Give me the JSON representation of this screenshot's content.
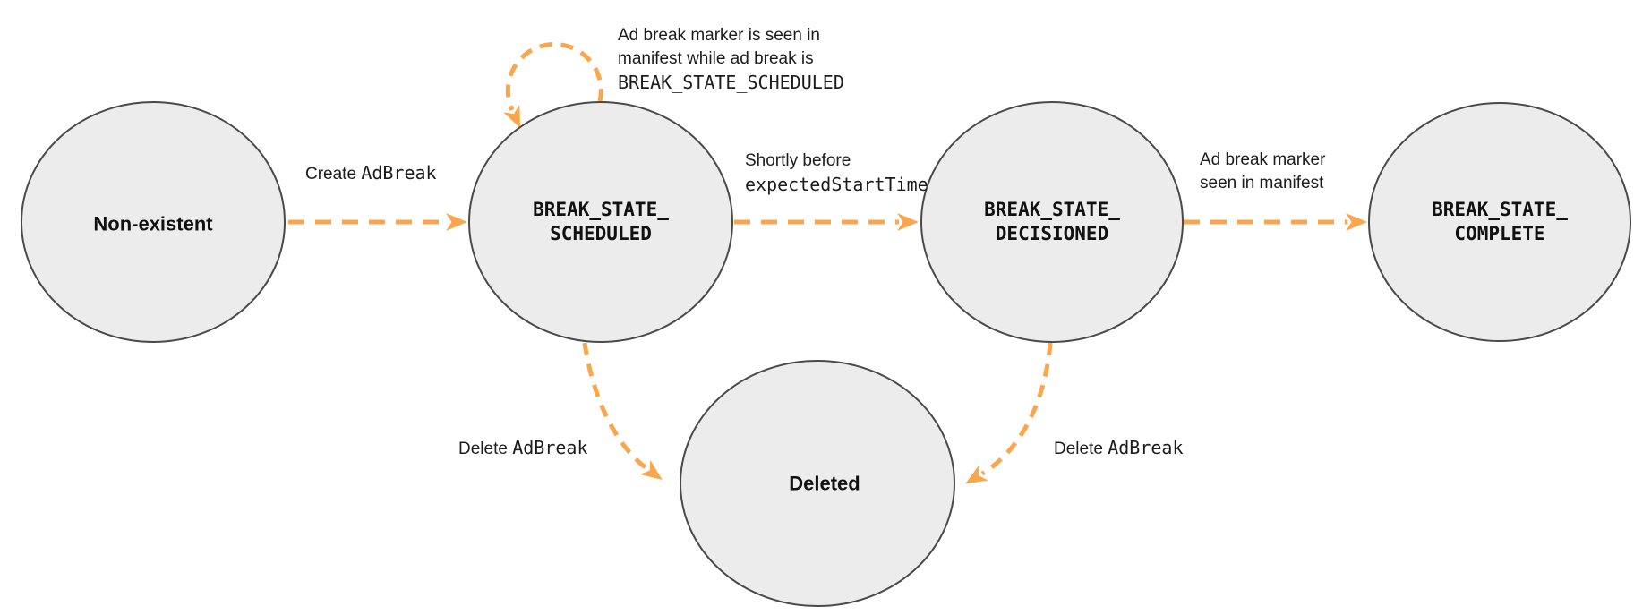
{
  "diagram": {
    "kind": "state-machine",
    "colors": {
      "arrow": "#F9A64C",
      "node_fill": "#ECECEC",
      "node_border": "#4A4A4A",
      "label_text": "#1F1F1F"
    },
    "states": {
      "non_existent": {
        "label": "Non-existent"
      },
      "scheduled": {
        "line1": "BREAK_STATE_",
        "line2": "SCHEDULED"
      },
      "decisioned": {
        "line1": "BREAK_STATE_",
        "line2": "DECISIONED"
      },
      "complete": {
        "line1": "BREAK_STATE_",
        "line2": "COMPLETE"
      },
      "deleted": {
        "label": "Deleted"
      }
    },
    "transitions": {
      "create": {
        "from": "Non-existent",
        "to": "BREAK_STATE_SCHEDULED",
        "label_plain": "Create",
        "label_code": "AdBreak"
      },
      "self_loop": {
        "from": "BREAK_STATE_SCHEDULED",
        "to": "BREAK_STATE_SCHEDULED",
        "line1": "Ad break marker is seen in",
        "line2": "manifest while ad break is",
        "line3_code": "BREAK_STATE_SCHEDULED"
      },
      "to_decisioned": {
        "from": "BREAK_STATE_SCHEDULED",
        "to": "BREAK_STATE_DECISIONED",
        "label_plain": "Shortly before",
        "label_code": "expectedStartTime"
      },
      "to_complete": {
        "from": "BREAK_STATE_DECISIONED",
        "to": "BREAK_STATE_COMPLETE",
        "line1": "Ad break marker",
        "line2": "seen in manifest"
      },
      "delete_from_scheduled": {
        "from": "BREAK_STATE_SCHEDULED",
        "to": "Deleted",
        "label_plain": "Delete",
        "label_code": "AdBreak"
      },
      "delete_from_decisioned": {
        "from": "BREAK_STATE_DECISIONED",
        "to": "Deleted",
        "label_plain": "Delete",
        "label_code": "AdBreak"
      }
    }
  }
}
